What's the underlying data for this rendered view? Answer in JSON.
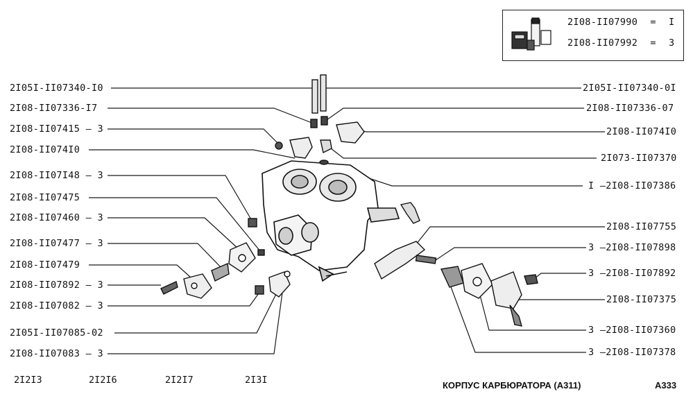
{
  "legend": {
    "rows": [
      {
        "part": "2I08-II07990",
        "eq": "=",
        "qty": "I"
      },
      {
        "part": "2I08-II07992",
        "eq": "=",
        "qty": "3"
      }
    ]
  },
  "left_labels": [
    {
      "part": "2I05I-II07340-I0",
      "qty": ""
    },
    {
      "part": "2I08-II07336-I7",
      "qty": ""
    },
    {
      "part": "2I08-II07415",
      "qty": "3"
    },
    {
      "part": "2I08-II074I0",
      "qty": ""
    },
    {
      "part": "2I08-II07I48",
      "qty": "3"
    },
    {
      "part": "2I08-II07475",
      "qty": ""
    },
    {
      "part": "2I08-II07460",
      "qty": "3"
    },
    {
      "part": "2I08-II07477",
      "qty": "3"
    },
    {
      "part": "2I08-II07479",
      "qty": ""
    },
    {
      "part": "2I08-II07892",
      "qty": "3"
    },
    {
      "part": "2I08-II07082",
      "qty": "3"
    },
    {
      "part": "2I05I-II07085-02",
      "qty": ""
    },
    {
      "part": "2I08-II07083",
      "qty": "3"
    }
  ],
  "right_labels": [
    {
      "part": "2I05I-II07340-0I",
      "qty": ""
    },
    {
      "part": "2I08-II07336-07",
      "qty": ""
    },
    {
      "part": "2I08-II074I0",
      "qty": ""
    },
    {
      "part": "2I073-II07370",
      "qty": ""
    },
    {
      "part": "2I08-II07386",
      "qty": "I"
    },
    {
      "part": "2I08-II07755",
      "qty": ""
    },
    {
      "part": "2I08-II07898",
      "qty": "3"
    },
    {
      "part": "2I08-II07892",
      "qty": "3"
    },
    {
      "part": "2I08-II07375",
      "qty": ""
    },
    {
      "part": "2I08-II07360",
      "qty": "3"
    },
    {
      "part": "2I08-II07378",
      "qty": "3"
    }
  ],
  "footer": {
    "models": [
      "2I2I3",
      "2I2I6",
      "2I2I7",
      "2I3I"
    ],
    "title": "КОРПУС КАРБЮРАТОРА (А311)",
    "page": "А333"
  }
}
